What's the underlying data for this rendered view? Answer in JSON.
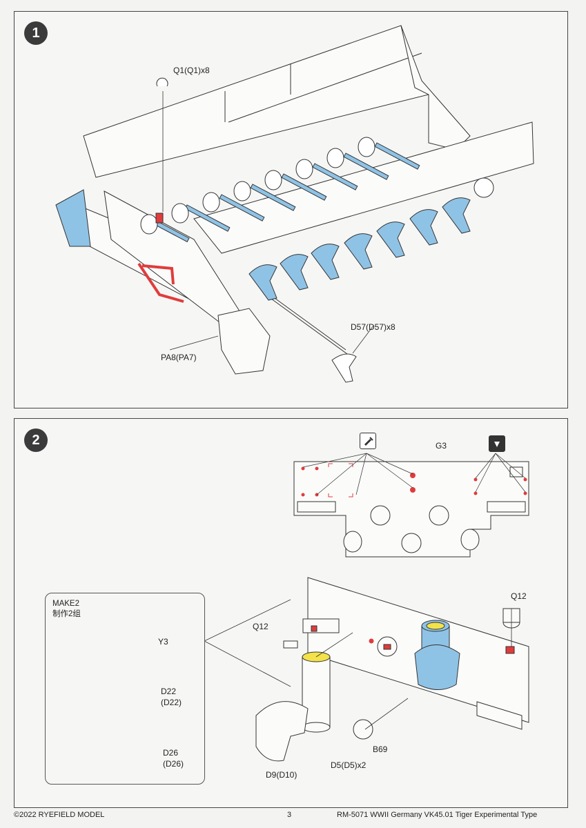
{
  "steps": [
    {
      "number": "1",
      "labels": {
        "q1": "Q1(Q1)x8",
        "pa8": "PA8(PA7)",
        "d57": "D57(D57)x8"
      }
    },
    {
      "number": "2",
      "labels": {
        "g3": "G3",
        "q12_left": "Q12",
        "q12_right": "Q12",
        "y3": "Y3",
        "d22": "D22",
        "d22_alt": "(D22)",
        "d26": "D26",
        "d26_alt": "(D26)",
        "d9": "D9(D10)",
        "d5": "D5(D5)x2",
        "b69": "B69"
      },
      "make_box": {
        "line1": "MAKE2",
        "line2": "制作2组"
      },
      "icons": [
        "glue-icon",
        "drill-icon"
      ]
    }
  ],
  "footer": {
    "copyright": "©2022 RYEFIELD MODEL",
    "page_number": "3",
    "product": "RM-5071 WWII Germany VK45.01 Tiger Experimental Type"
  },
  "colors": {
    "highlight_blue": "#8fc3e6",
    "highlight_red": "#e03c3c",
    "highlight_yellow": "#f3e24a",
    "line": "#333333"
  }
}
